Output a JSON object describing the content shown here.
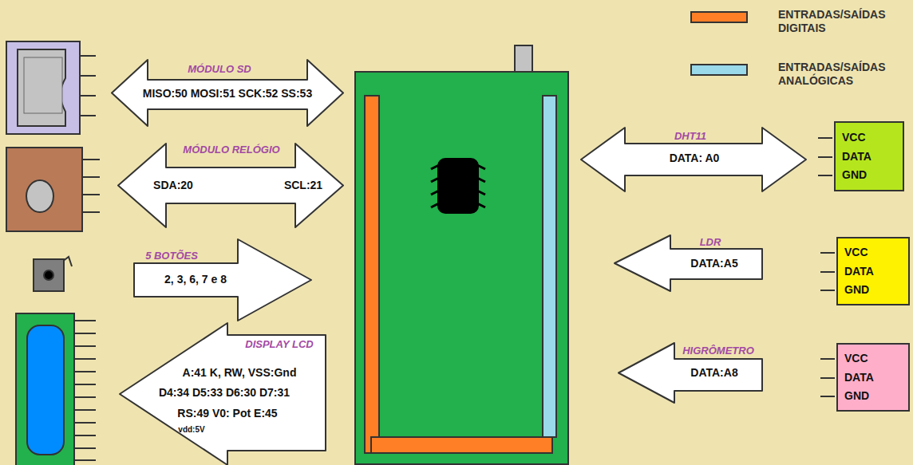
{
  "diagram": {
    "nodes": [
      {
        "text": [
          "MÓDULO SD",
          "MISO:50 MOSI:51 SCK:52 SS:53"
        ]
      },
      {
        "text": [
          "MÓDULO RELÓGIO",
          "SDA:20",
          "SCL:21"
        ]
      },
      {
        "text": [
          "5 BOTÕES",
          "2, 3, 6, 7 e 8"
        ]
      },
      {
        "text": [
          "DISPLAY LCD",
          "A:41 K, RW, VSS:Gnd",
          "D4:34 D5:33 D6:30 D7:31",
          "RS:49 V0: Pot E:45",
          "vdd:5V"
        ]
      },
      {
        "text": [
          "DHT11",
          "DATA: A0"
        ]
      },
      {
        "text": [
          "LDR",
          "DATA:A5"
        ]
      },
      {
        "text": [
          "HIGRÔMETRO",
          "DATA:A8"
        ]
      },
      {
        "text": [
          "VCC",
          "DATA",
          "GND"
        ]
      },
      {
        "text": [
          "VCC",
          "DATA",
          "GND"
        ]
      },
      {
        "text": [
          "VCC",
          "DATA",
          "GND"
        ]
      }
    ],
    "legend": [
      {
        "text": "ENTRADAS/SAÍDAS DIGITAIS",
        "color": "#ff7f27"
      },
      {
        "text": "ENTRADAS/SAÍDAS ANALÓGICAS",
        "color": "#99d9ea"
      }
    ]
  }
}
